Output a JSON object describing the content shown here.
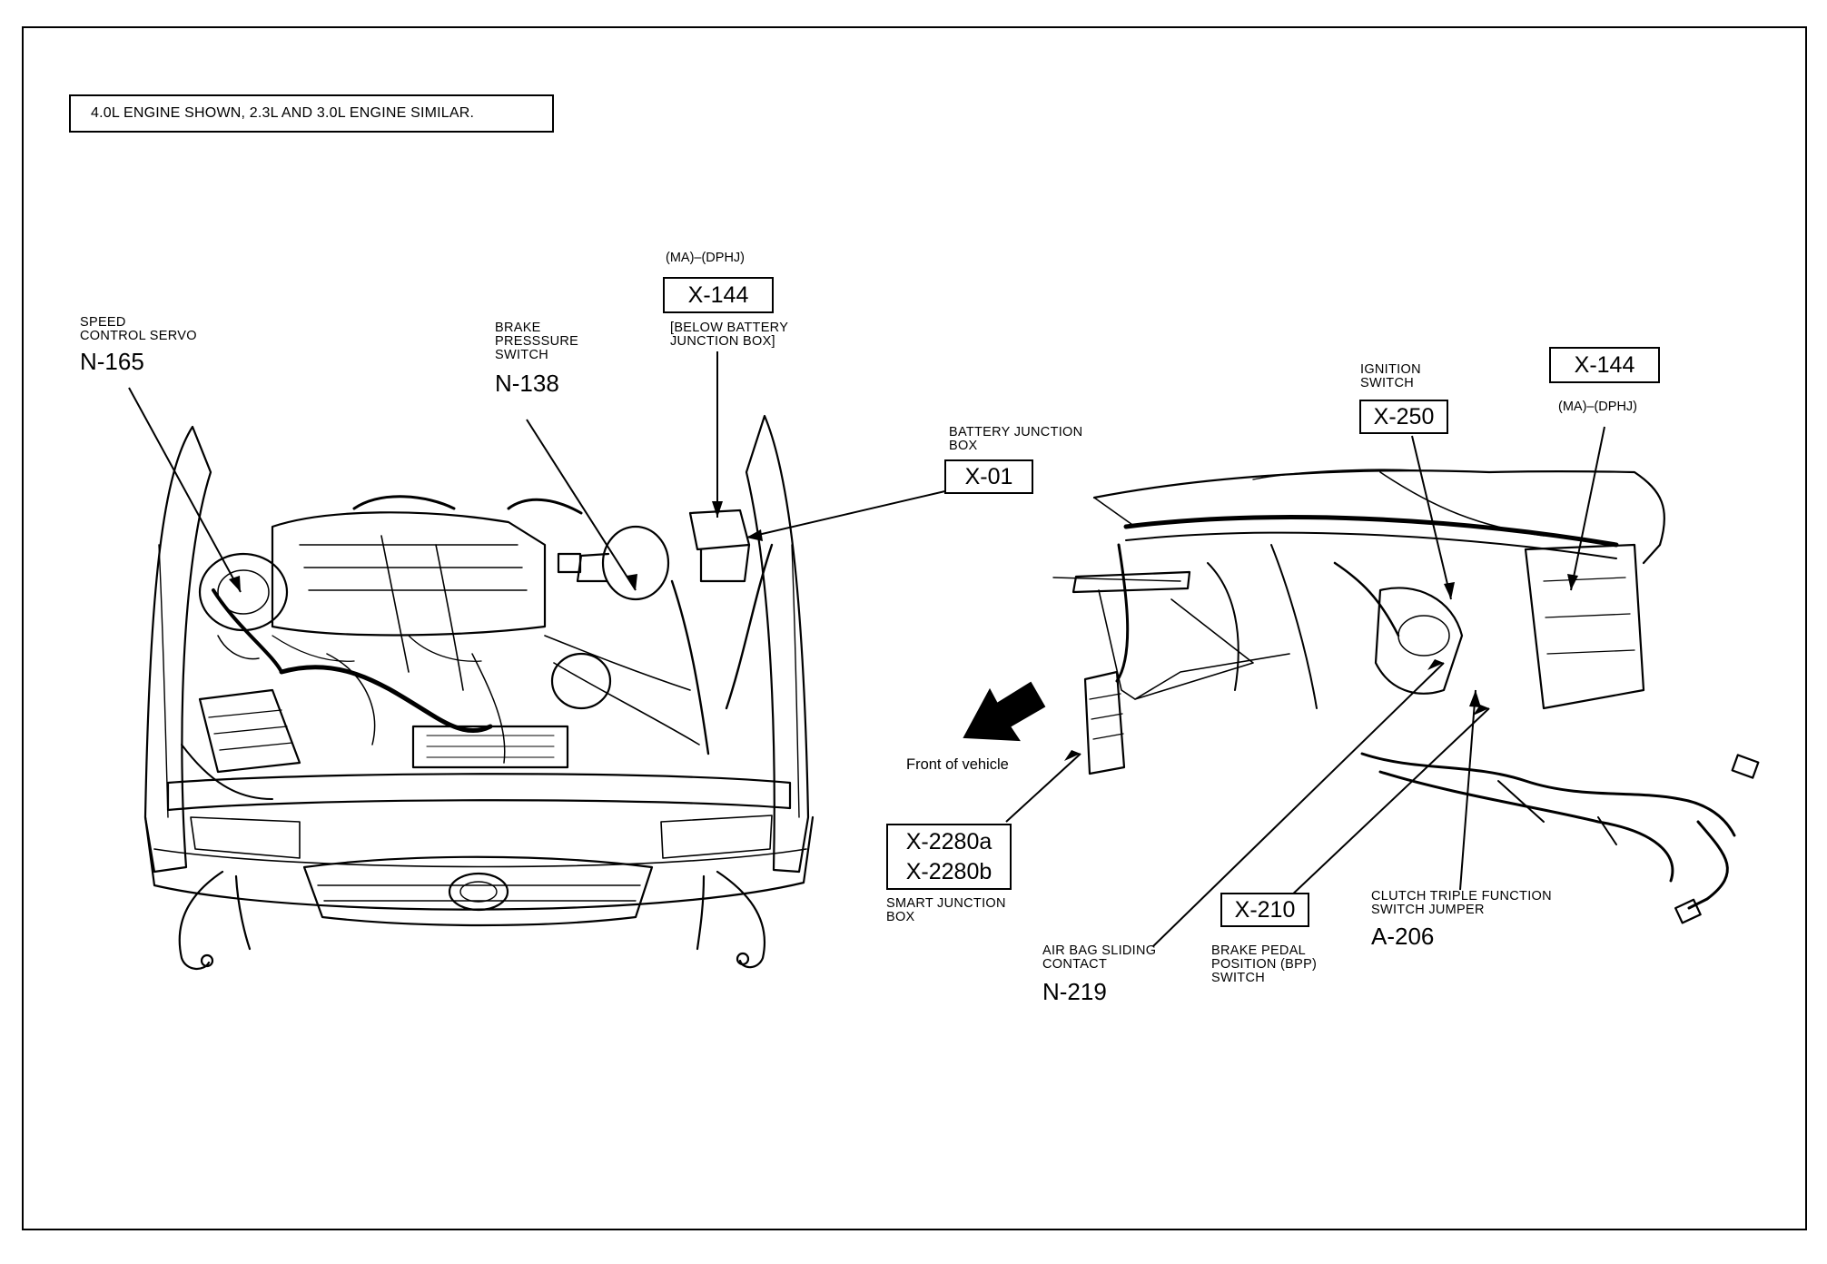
{
  "note": "4.0L ENGINE SHOWN, 2.3L AND 3.0L ENGINE SIMILAR.",
  "left_view": {
    "speed_control_servo": {
      "label": "SPEED\nCONTROL SERVO",
      "code": "N-165"
    },
    "brake_pressure_switch": {
      "label": "BRAKE\nPRESSSURE\nSWITCH",
      "code": "N-138"
    },
    "x144_top": {
      "option": "(MA)–(DPHJ)",
      "code": "X-144",
      "note": "[BELOW BATTERY\nJUNCTION BOX]"
    },
    "battery_junction_box": {
      "label": "BATTERY JUNCTION\nBOX",
      "code": "X-01"
    }
  },
  "right_view": {
    "ignition_switch": {
      "label": "IGNITION\nSWITCH",
      "code": "X-250"
    },
    "x144_right": {
      "code": "X-144",
      "option": "(MA)–(DPHJ)"
    },
    "front_of_vehicle": "Front of vehicle",
    "smart_junction_box": {
      "code_a": "X-2280a",
      "code_b": "X-2280b",
      "label": "SMART JUNCTION\nBOX"
    },
    "air_bag_sliding_contact": {
      "label": "AIR BAG SLIDING\nCONTACT",
      "code": "N-219"
    },
    "brake_pedal_position_switch": {
      "code": "X-210",
      "label": "BRAKE PEDAL\nPOSITION (BPP)\nSWITCH"
    },
    "clutch_triple_function": {
      "label": "CLUTCH TRIPLE FUNCTION\nSWITCH JUMPER",
      "code": "A-206"
    }
  }
}
